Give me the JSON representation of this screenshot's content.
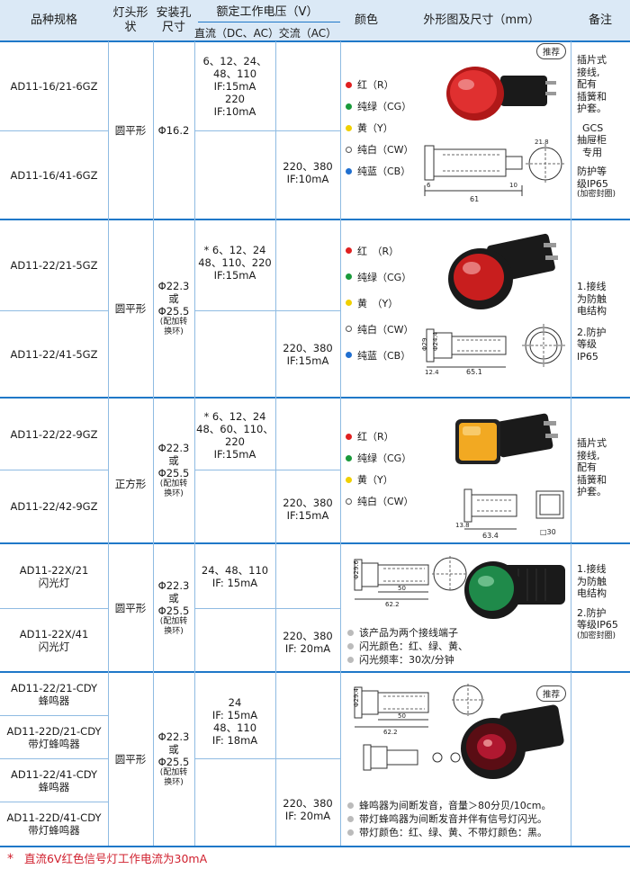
{
  "header": {
    "model": "品种规格",
    "head_shape": "灯头形状",
    "hole_line1": "安装孔",
    "hole_line2": "尺寸",
    "voltage": "额定工作电压（V）",
    "dc": "直流（DC、AC）",
    "ac": "交流（AC）",
    "color": "颜色",
    "dimension": "外形图及尺寸（mm）",
    "remark": "备注"
  },
  "badge_text": "推荐",
  "groups": [
    {
      "shape": "圆平形",
      "hole": [
        "Φ16.2"
      ],
      "models": [
        "AD11-16/21-6GZ",
        "AD11-16/41-6GZ"
      ],
      "dc": [
        "6、12、24、",
        "48、110",
        "IF:15mA",
        "220",
        "IF:10mA"
      ],
      "ac": [
        "220、380",
        "IF:10mA"
      ],
      "colors": [
        {
          "label": "红（R）",
          "color": "#e02020"
        },
        {
          "label": "纯绿（CG）",
          "color": "#1a9a3a"
        },
        {
          "label": "黄（Y）",
          "color": "#f0d000"
        },
        {
          "label": "纯白（CW）",
          "color": "open"
        },
        {
          "label": "纯蓝（CB）",
          "color": "#1f6fd0"
        }
      ],
      "remark": [
        "插片式",
        "接线,",
        "配有",
        "插簧和",
        "护套。",
        "",
        "GCS",
        "抽屉柜",
        "专用",
        "",
        "防护等",
        "级IP65",
        "(加密封圈)"
      ],
      "dims": {
        "a": "21.8",
        "b": "6",
        "c": "10",
        "d": "61"
      }
    },
    {
      "shape": "圆平形",
      "hole": [
        "Φ22.3",
        "或",
        "Φ25.5",
        "(配加转",
        "换环)"
      ],
      "models": [
        "AD11-22/21-5GZ",
        "AD11-22/41-5GZ"
      ],
      "dc": [
        "* 6、12、24",
        "48、110、220",
        "IF:15mA"
      ],
      "ac": [
        "220、380",
        "IF:15mA"
      ],
      "colors": [
        {
          "label": "红　（R）",
          "color": "#e02020"
        },
        {
          "label": "纯绿（CG）",
          "color": "#1a9a3a"
        },
        {
          "label": "黄　（Y）",
          "color": "#f0d000"
        },
        {
          "label": "纯白（CW）",
          "color": "open"
        },
        {
          "label": "纯蓝（CB）",
          "color": "#1f6fd0"
        }
      ],
      "remark": [
        "1.接线",
        "为防触",
        "电结构",
        "",
        "2.防护",
        "等级",
        "IP65"
      ],
      "dims": {
        "a": "Φ29",
        "b": "Φ24.4",
        "c": "12.4",
        "d": "65.1"
      }
    },
    {
      "shape": "正方形",
      "hole": [
        "Φ22.3",
        "或",
        "Φ25.5",
        "(配加转",
        "换环)"
      ],
      "models": [
        "AD11-22/22-9GZ",
        "AD11-22/42-9GZ"
      ],
      "dc": [
        "* 6、12、24",
        "48、60、110、",
        "220",
        "IF:15mA"
      ],
      "ac": [
        "220、380",
        "IF:15mA"
      ],
      "colors": [
        {
          "label": "红（R）",
          "color": "#e02020"
        },
        {
          "label": "纯绿（CG）",
          "color": "#1a9a3a"
        },
        {
          "label": "黄（Y）",
          "color": "#f0d000"
        },
        {
          "label": "纯白（CW）",
          "color": "open"
        }
      ],
      "remark": [
        "插片式",
        "接线,",
        "配有",
        "插簧和",
        "护套。"
      ],
      "dims": {
        "a": "13.8",
        "b": "63.4",
        "c": "□30"
      }
    },
    {
      "shape": "圆平形",
      "hole": [
        "Φ22.3",
        "或",
        "Φ25.5",
        "(配加转",
        "换环)"
      ],
      "models": [
        "AD11-22X/21",
        "闪光灯",
        "AD11-22X/41",
        "闪光灯"
      ],
      "dc": [
        "24、48、110",
        "IF:  15mA"
      ],
      "ac": [
        "220、380",
        "IF:  20mA"
      ],
      "notes": [
        "该产品为两个接线端子",
        "闪光颜色：红、绿、黄、",
        "闪光频率：30次/分钟"
      ],
      "remark": [
        "1.接线",
        "为防触",
        "电结构",
        "",
        "2.防护",
        "等级IP65",
        "(加密封圈)"
      ],
      "dims": {
        "a": "Φ29.6",
        "b": "50",
        "c": "62.2"
      }
    },
    {
      "shape": "圆平形",
      "hole": [
        "Φ22.3",
        "或",
        "Φ25.5",
        "(配加转",
        "换环)"
      ],
      "models": [
        "AD11-22/21-CDY",
        "蜂鸣器",
        "AD11-22D/21-CDY",
        "带灯蜂鸣器",
        "AD11-22/41-CDY",
        "蜂鸣器",
        "AD11-22D/41-CDY",
        "带灯蜂鸣器"
      ],
      "dc": [
        "24",
        "IF:  15mA",
        "48、110",
        "IF:  18mA"
      ],
      "ac": [
        "220、380",
        "IF:  20mA"
      ],
      "notes": [
        "蜂鸣器为间断发音，音量＞80分贝/10cm。",
        "带灯蜂鸣器为间断发音并伴有信号灯闪光。",
        "带灯颜色：红、绿、黄、不带灯颜色：黑。"
      ],
      "dims": {
        "a": "Φ29.4",
        "b": "50",
        "c": "62.2"
      }
    }
  ],
  "footnote": {
    "star": "*",
    "text": "直流6V红色信号灯工作电流为30mA"
  },
  "colors": {
    "rule": "#1f78c8",
    "thin": "#8fbbe2",
    "header_bg": "#dbe9f6",
    "footnote": "#d0202e"
  }
}
